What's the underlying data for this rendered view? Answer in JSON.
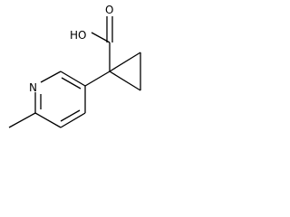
{
  "molecule": {
    "atoms": {
      "nitrogen": "N",
      "hydroxyl": "HO",
      "carbonyl_oxygen": "O"
    }
  }
}
